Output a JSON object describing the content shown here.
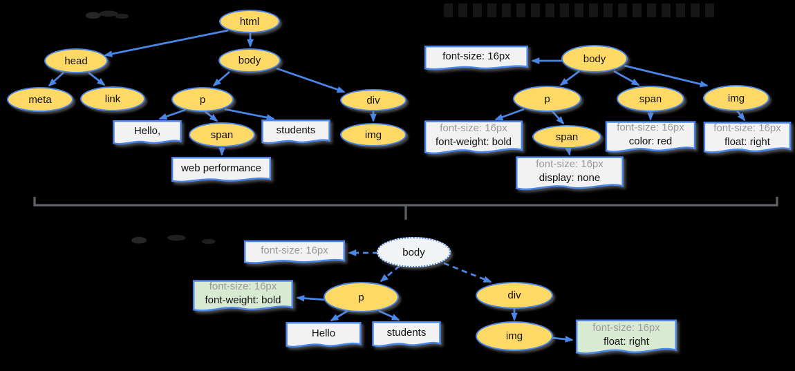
{
  "colors": {
    "background": "#000000",
    "node_fill": "#FFD966",
    "edge_blue": "#4A86E8",
    "doc_box_fill": "#F2F2F2",
    "computed_style_fill": "#D9EAD3",
    "render_root_fill": "#F1F3F4",
    "muted_text": "#999999",
    "node_text": "#111111",
    "bracket_gray": "#5F6368"
  },
  "dom_tree": {
    "nodes": {
      "html": "html",
      "head": "head",
      "body": "body",
      "meta": "meta",
      "link": "link",
      "p": "p",
      "div": "div",
      "span": "span",
      "img": "img"
    },
    "text_nodes": {
      "hello": "Hello,",
      "students": "students",
      "web_performance": "web performance"
    }
  },
  "cssom_tree": {
    "nodes": {
      "body": "body",
      "p": "p",
      "span_in_p": "span",
      "span": "span",
      "img": "img"
    },
    "rules": {
      "body": {
        "line1": "font-size: 16px"
      },
      "p": {
        "line1": "font-size: 16px",
        "line2": "font-weight: bold"
      },
      "span_in_p": {
        "line1": "font-size: 16px",
        "line2": "display: none"
      },
      "span": {
        "line1": "font-size: 16px",
        "line2": "color: red"
      },
      "img": {
        "line1": "font-size: 16px",
        "line2": "float: right"
      }
    }
  },
  "render_tree": {
    "nodes": {
      "body": "body",
      "p": "p",
      "div": "div",
      "img": "img"
    },
    "text_nodes": {
      "hello": "Hello",
      "students": "students"
    },
    "computed_styles": {
      "body": {
        "line1": "font-size: 16px"
      },
      "p": {
        "line1": "font-size: 16px",
        "line2": "font-weight: bold"
      },
      "img": {
        "line1": "font-size: 16px",
        "line2": "float: right"
      }
    }
  }
}
